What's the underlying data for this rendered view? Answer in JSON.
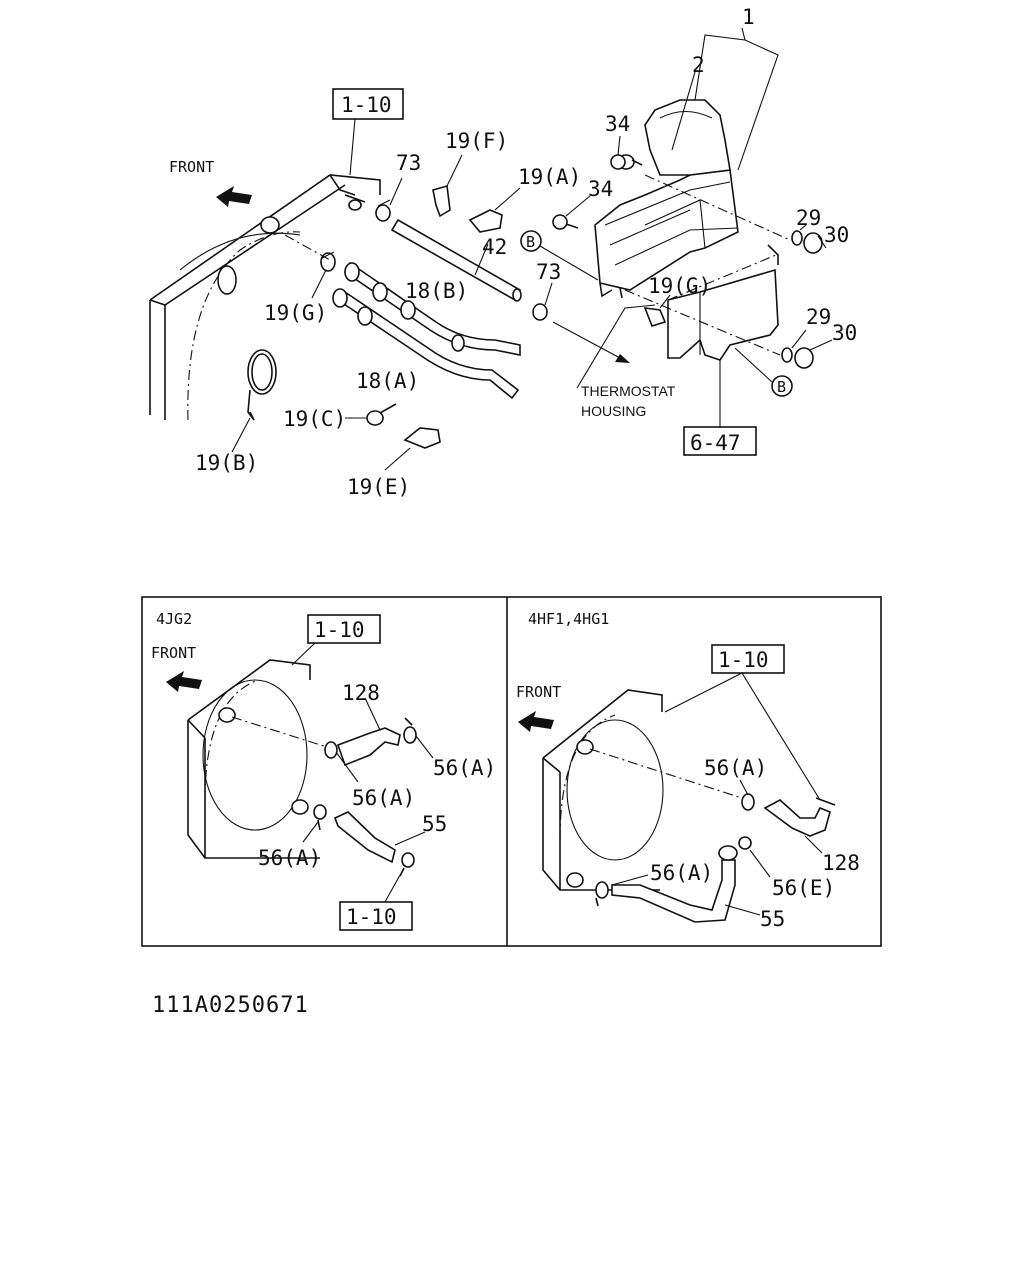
{
  "top": {
    "ref_box_1": "1-10",
    "ref_box_2": "6-47",
    "front": "FRONT",
    "thermostat_line1": "THERMOSTAT",
    "thermostat_line2": "HOUSING",
    "circle_b": "B",
    "labels": {
      "p1": "1",
      "p2": "2",
      "p34a": "34",
      "p34b": "34",
      "p73a": "73",
      "p73b": "73",
      "p19f": "19(F)",
      "p19a": "19(A)",
      "p42": "42",
      "p18b": "18(B)",
      "p18a": "18(A)",
      "p19g_left": "19(G)",
      "p19g_right": "19(G)",
      "p19c": "19(C)",
      "p19b": "19(B)",
      "p19e": "19(E)",
      "p29a": "29",
      "p30a": "30",
      "p29b": "29",
      "p30b": "30"
    }
  },
  "panel_left": {
    "title": "4JG2",
    "front": "FRONT",
    "ref_top": "1-10",
    "ref_bottom": "1-10",
    "labels": {
      "p128": "128",
      "p56a_1": "56(A)",
      "p56a_2": "56(A)",
      "p56a_3": "56(A)",
      "p55": "55"
    }
  },
  "panel_right": {
    "title": "4HF1,4HG1",
    "front": "FRONT",
    "ref_top": "1-10",
    "labels": {
      "p56a_1": "56(A)",
      "p56a_2": "56(A)",
      "p56e": "56(E)",
      "p128": "128",
      "p55": "55"
    }
  },
  "footer": {
    "code": "111A0250671"
  }
}
